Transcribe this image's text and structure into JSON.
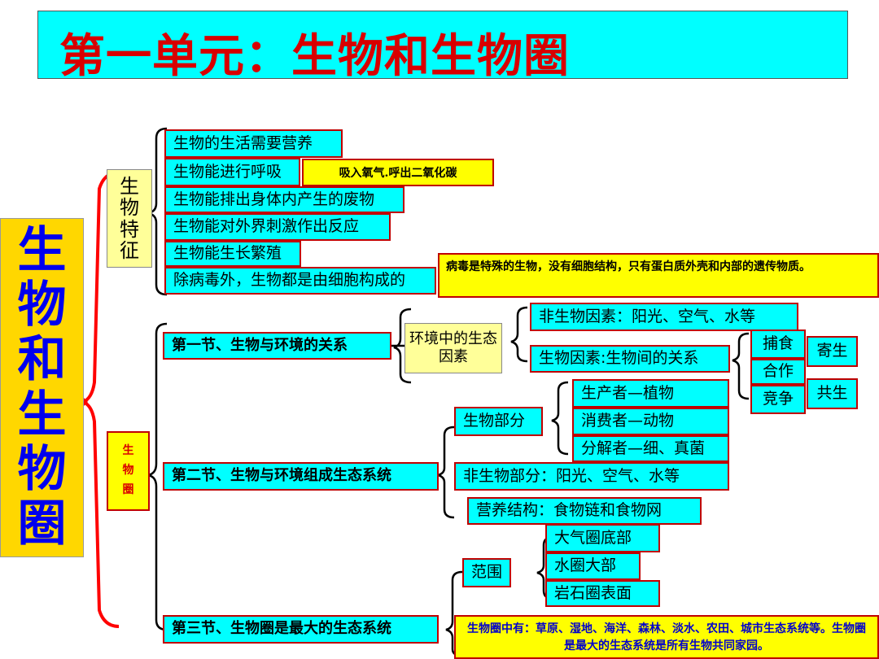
{
  "title": "第一单元：生物和生物圈",
  "root": "生物和生物圈",
  "features": {
    "label": "生物特征",
    "items": [
      "生物的生活需要营养",
      "生物能进行呼吸",
      "生物能排出身体内产生的废物",
      "生物能对外界刺激作出反应",
      "生物能生长繁殖",
      "除病毒外，生物都是由细胞构成的"
    ],
    "breath_note": "吸入氧气.呼出二氧化碳",
    "virus_note": "病毒是特殊的生物，没有细胞结构，只有蛋白质外壳和内部的遗传物质。"
  },
  "biosphere": {
    "label": "生物圈",
    "section1": {
      "title": "第一节、生物与环境的关系",
      "factors_label": "环境中的生态因素",
      "abiotic": "非生物因素：阳光、空气、水等",
      "biotic": "生物因素:生物间的关系",
      "relations": [
        "捕食",
        "合作",
        "竞争"
      ],
      "relations_side": [
        "寄生",
        "共生"
      ]
    },
    "section2": {
      "title": "第二节、生物与环境组成生态系统",
      "bio_part": "生物部分",
      "bio_items": [
        "生产者—植物",
        "消费者—动物",
        "分解者—细、真菌"
      ],
      "abiotic_part": "非生物部分：阳光、空气、水等",
      "nutrition": "营养结构：食物链和食物网"
    },
    "section3": {
      "title": "第三节、生物圈是最大的生态系统",
      "range_label": "范围",
      "range_items": [
        "大气圈底部",
        "水圈大部",
        "岩石圈表面"
      ],
      "note": "生物圈中有：草原、湿地、海洋、森林、淡水、农田、城市生态系统等。生物圈是最大的生态系统是所有生物共同家园。"
    }
  }
}
